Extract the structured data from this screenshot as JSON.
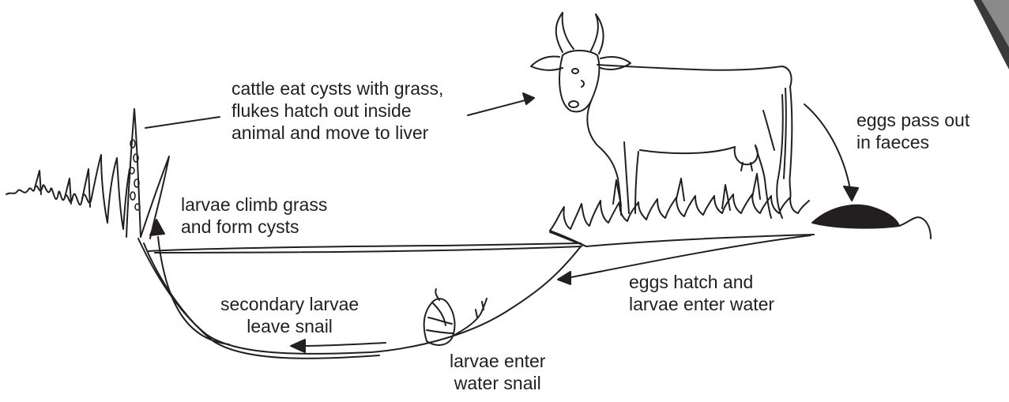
{
  "labels": {
    "cattle_eat": [
      "cattle eat cysts with grass,",
      "flukes hatch out inside",
      "animal and move to liver"
    ],
    "eggs_pass": [
      "eggs pass out",
      "in faeces"
    ],
    "larvae_climb": [
      "larvae climb grass",
      "and form cysts"
    ],
    "eggs_hatch": [
      "eggs hatch and",
      "larvae enter water"
    ],
    "secondary_larvae": [
      "secondary larvae",
      "leave snail"
    ],
    "larvae_enter_snail": [
      "larvae enter",
      "water snail"
    ]
  },
  "colors": {
    "ink": "#231f20",
    "background": "#ffffff"
  },
  "icons": [
    "cow-illustration",
    "water-snail-illustration",
    "grass-illustration",
    "faeces-mound",
    "corner-shadow"
  ]
}
